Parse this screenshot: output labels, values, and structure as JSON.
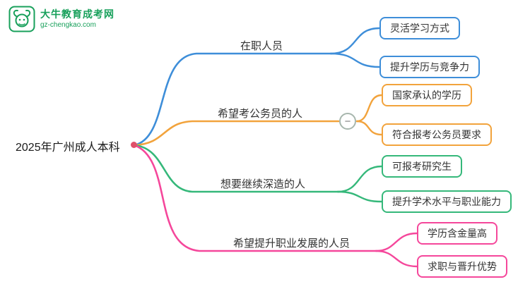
{
  "logo": {
    "site_name": "大牛教育成考网",
    "site_url": "gz-chengkao.com",
    "brand_color": "#18a05b"
  },
  "root": {
    "label": "2025年广州成人本科"
  },
  "colors": {
    "branch_blue": "#3e8ed9",
    "branch_orange": "#f2a33c",
    "branch_green": "#35b87a",
    "branch_pink": "#f5479b"
  },
  "branches": [
    {
      "label": "在职人员",
      "color": "#3e8ed9",
      "children": [
        {
          "label": "灵活学习方式"
        },
        {
          "label": "提升学历与竞争力"
        }
      ]
    },
    {
      "label": "希望考公务员的人",
      "color": "#f2a33c",
      "collapse_control": "−",
      "children": [
        {
          "label": "国家承认的学历"
        },
        {
          "label": "符合报考公务员要求"
        }
      ]
    },
    {
      "label": "想要继续深造的人",
      "color": "#35b87a",
      "children": [
        {
          "label": "可报考研究生"
        },
        {
          "label": "提升学术水平与职业能力"
        }
      ]
    },
    {
      "label": "希望提升职业发展的人员",
      "color": "#f5479b",
      "children": [
        {
          "label": "学历含金量高"
        },
        {
          "label": "求职与晋升优势"
        }
      ]
    }
  ]
}
